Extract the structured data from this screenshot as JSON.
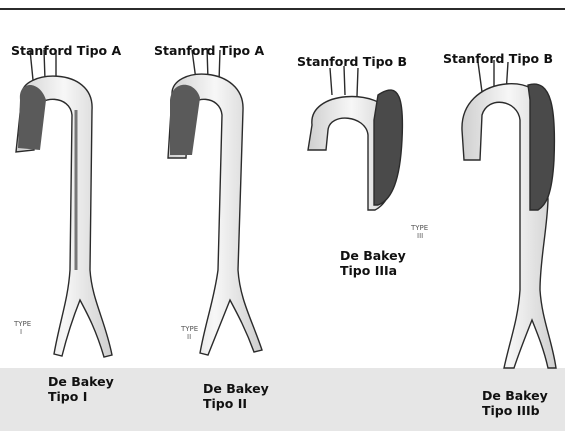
{
  "panels": [
    {
      "stanford": "Stanford Tipo A",
      "debakey_line1": "De Bakey",
      "debakey_line2": "Tipo I",
      "type_label_1": "TYPE",
      "type_label_2": "I"
    },
    {
      "stanford": "Stanford Tipo A",
      "debakey_line1": "De Bakey",
      "debakey_line2": "Tipo II",
      "type_label_1": "TYPE",
      "type_label_2": "II"
    },
    {
      "stanford": "Stanford Tipo B",
      "debakey_line1": "De Bakey",
      "debakey_line2": "Tipo IIIa",
      "type_label_1": "TYPE",
      "type_label_2": "III"
    },
    {
      "stanford": "Stanford Tipo B",
      "debakey_line1": "De Bakey",
      "debakey_line2": "Tipo IIIb"
    }
  ],
  "colors": {
    "line": "#2b2b2b",
    "band": "#e6e6e6",
    "aorta_fill": "#f2f2f2",
    "dissection": "#4a4a4a"
  }
}
